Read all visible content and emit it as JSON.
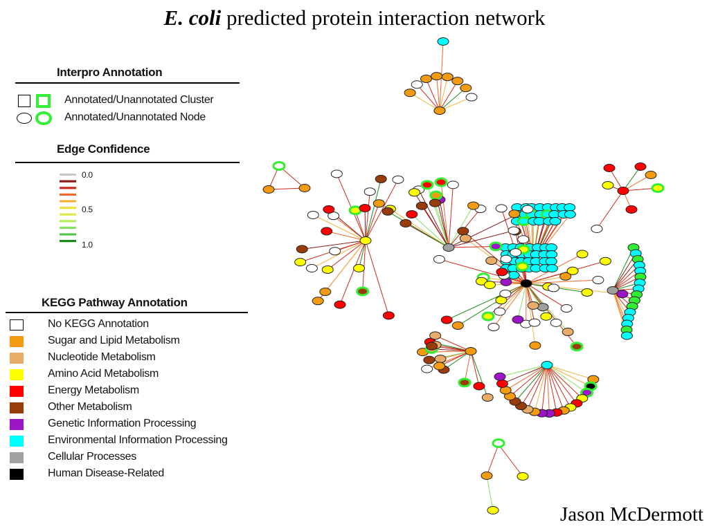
{
  "title": {
    "italic": "E. coli",
    "rest": " predicted protein interaction network"
  },
  "interpro": {
    "heading": "Interpro Annotation",
    "rows": [
      {
        "label": "Annotated/Unannotated Cluster",
        "shape": "square"
      },
      {
        "label": "Annotated/Unannotated Node",
        "shape": "circle"
      }
    ],
    "unannotated_color": "#33ee33"
  },
  "edge_confidence": {
    "heading": "Edge Confidence",
    "tick_labels": [
      "0.0",
      "0.5",
      "1.0"
    ],
    "colors": [
      "#c8c8c8",
      "#8b1a1a",
      "#cc2a1a",
      "#ee6a2a",
      "#f6b03a",
      "#f0e040",
      "#dceb4a",
      "#b8ec58",
      "#88e060",
      "#50c850",
      "#1a8a1a"
    ]
  },
  "kegg": {
    "heading": "KEGG Pathway Annotation",
    "items": [
      {
        "label": "No KEGG Annotation",
        "color": "#ffffff"
      },
      {
        "label": "Sugar and Lipid Metabolism",
        "color": "#f39c12"
      },
      {
        "label": "Nucleotide Metabolism",
        "color": "#e8ac68"
      },
      {
        "label": "Amino Acid Metabolism",
        "color": "#ffff00"
      },
      {
        "label": "Energy Metabolism",
        "color": "#ff0000"
      },
      {
        "label": "Other Metabolism",
        "color": "#9a3c0a"
      },
      {
        "label": "Genetic Information Processing",
        "color": "#9b15c6"
      },
      {
        "label": "Environmental Information Processing",
        "color": "#00ffff"
      },
      {
        "label": "Cellular Processes",
        "color": "#a0a0a0"
      },
      {
        "label": "Human Disease-Related",
        "color": "#000000"
      }
    ]
  },
  "author": "Jason McDermott"
}
